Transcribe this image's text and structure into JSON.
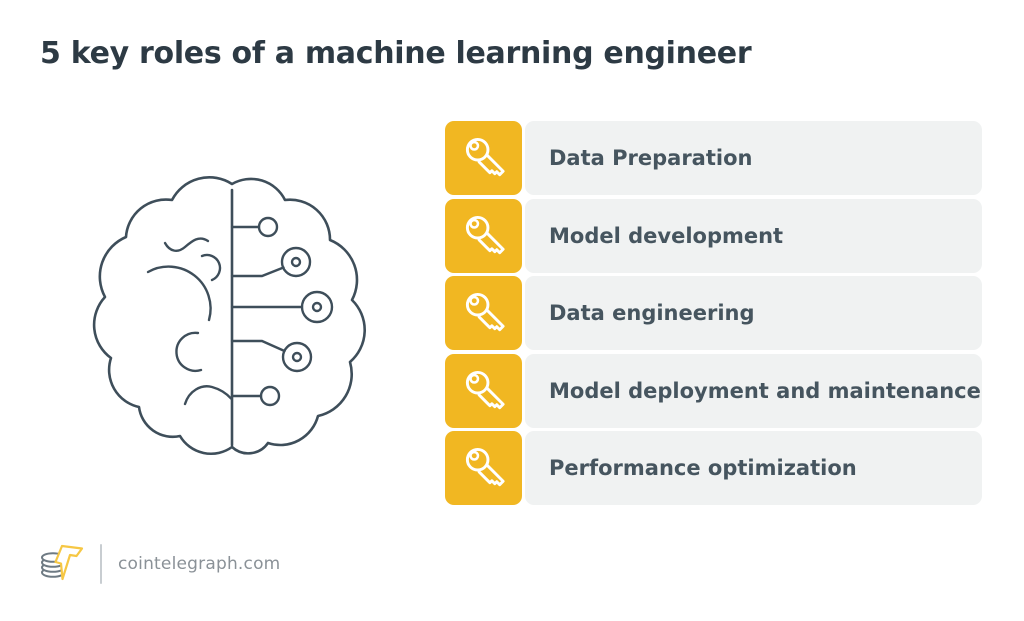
{
  "title": "5 key roles of a machine learning engineer",
  "roles": [
    {
      "label": "Data Preparation",
      "icon": "key-icon"
    },
    {
      "label": "Model development",
      "icon": "key-icon"
    },
    {
      "label": "Data engineering",
      "icon": "key-icon"
    },
    {
      "label": "Model deployment and maintenance",
      "icon": "key-icon"
    },
    {
      "label": "Performance optimization",
      "icon": "key-icon"
    }
  ],
  "illustration": "brain-circuit",
  "footer": {
    "source": "cointelegraph.com",
    "logo": "cointelegraph-logo"
  },
  "colors": {
    "accent_yellow": "#f1b722",
    "row_bg": "#f0f2f2",
    "title_text": "#2d3a44",
    "item_text": "#46555f",
    "outline": "#3e4e5a",
    "footer_text": "#8a9197",
    "divider": "#c8cdd1",
    "logo_gray": "#6e7a83",
    "logo_yellow": "#f6c744"
  }
}
